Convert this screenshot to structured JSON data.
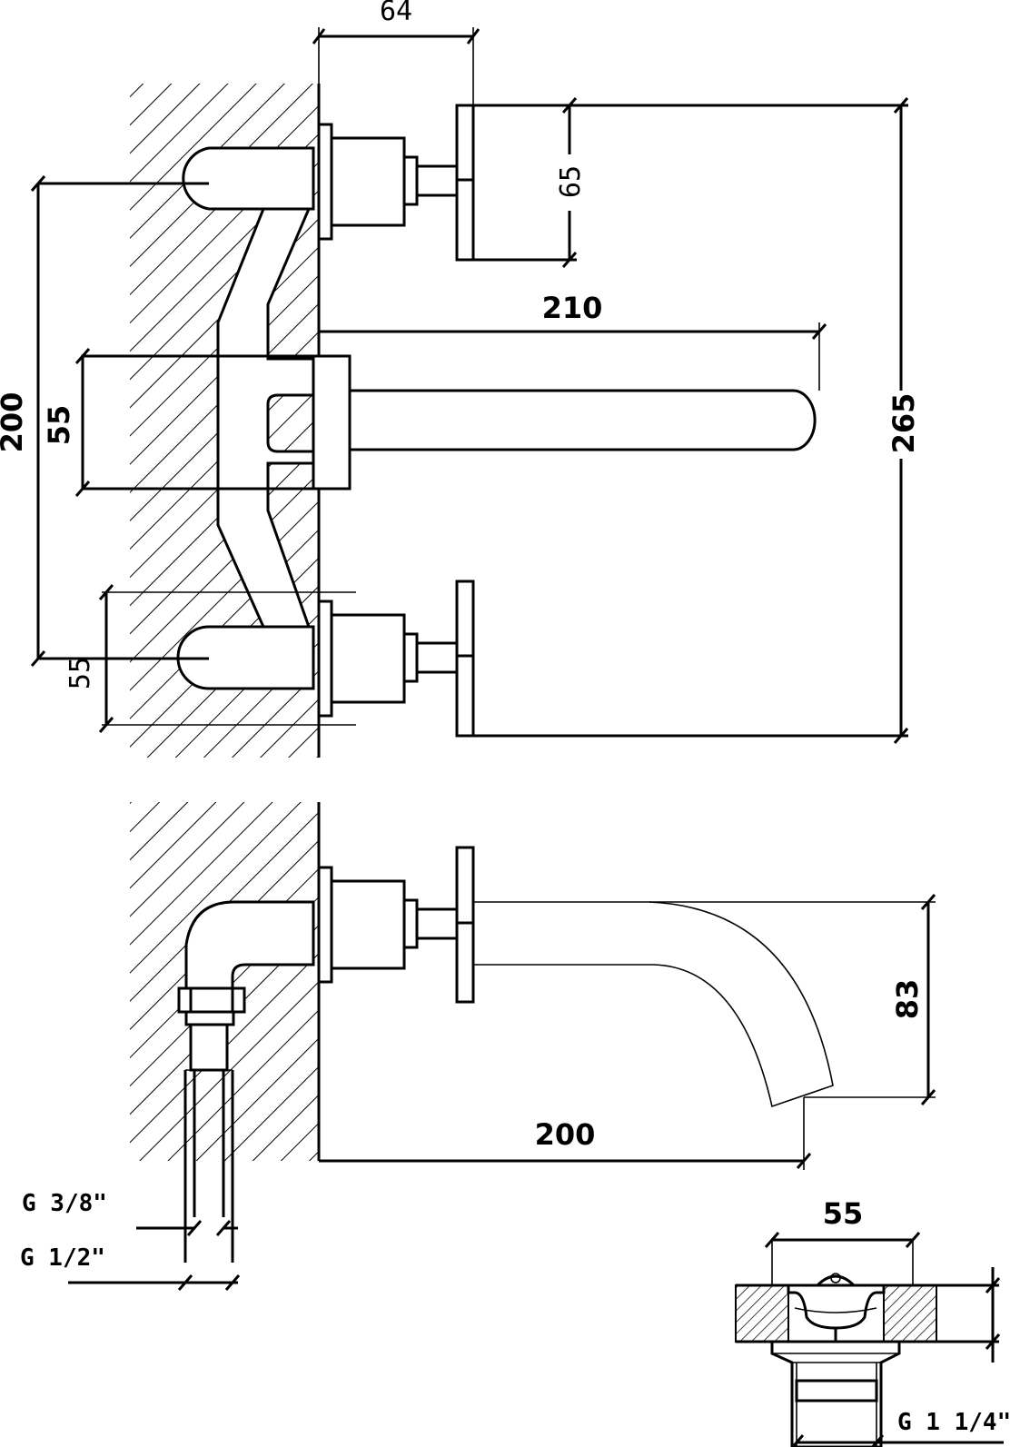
{
  "dimensions": {
    "top_width_64": "64",
    "handle_height_65": "65",
    "spout_length_210": "210",
    "total_height_265": "265",
    "center_distance_200": "200",
    "spout_block_55": "55",
    "rosette_55": "55",
    "side_spout_drop_83": "83",
    "side_projection_200": "200",
    "waste_diameter_55": "55"
  },
  "threads": {
    "g_3_8": "G 3/8\"",
    "g_1_2": "G 1/2\"",
    "g_1_1_4": "G 1 1/4\""
  }
}
